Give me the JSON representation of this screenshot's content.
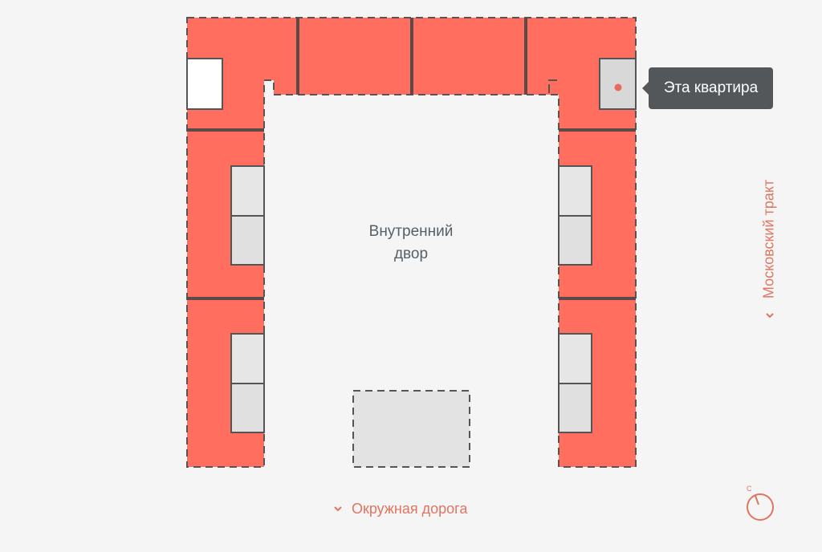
{
  "plan": {
    "courtyard_label_line1": "Внутренний",
    "courtyard_label_line2": "двор",
    "tooltip": "Эта квартира",
    "street_bottom": "Окружная дорога",
    "street_right": "Московский тракт",
    "compass_letter": "С",
    "colors": {
      "apartment": "#ff6e5e",
      "wall": "#5a4a4a",
      "stair": "#e0e0e0",
      "highlight": "#d8d8d8",
      "accent": "#e07560"
    }
  }
}
